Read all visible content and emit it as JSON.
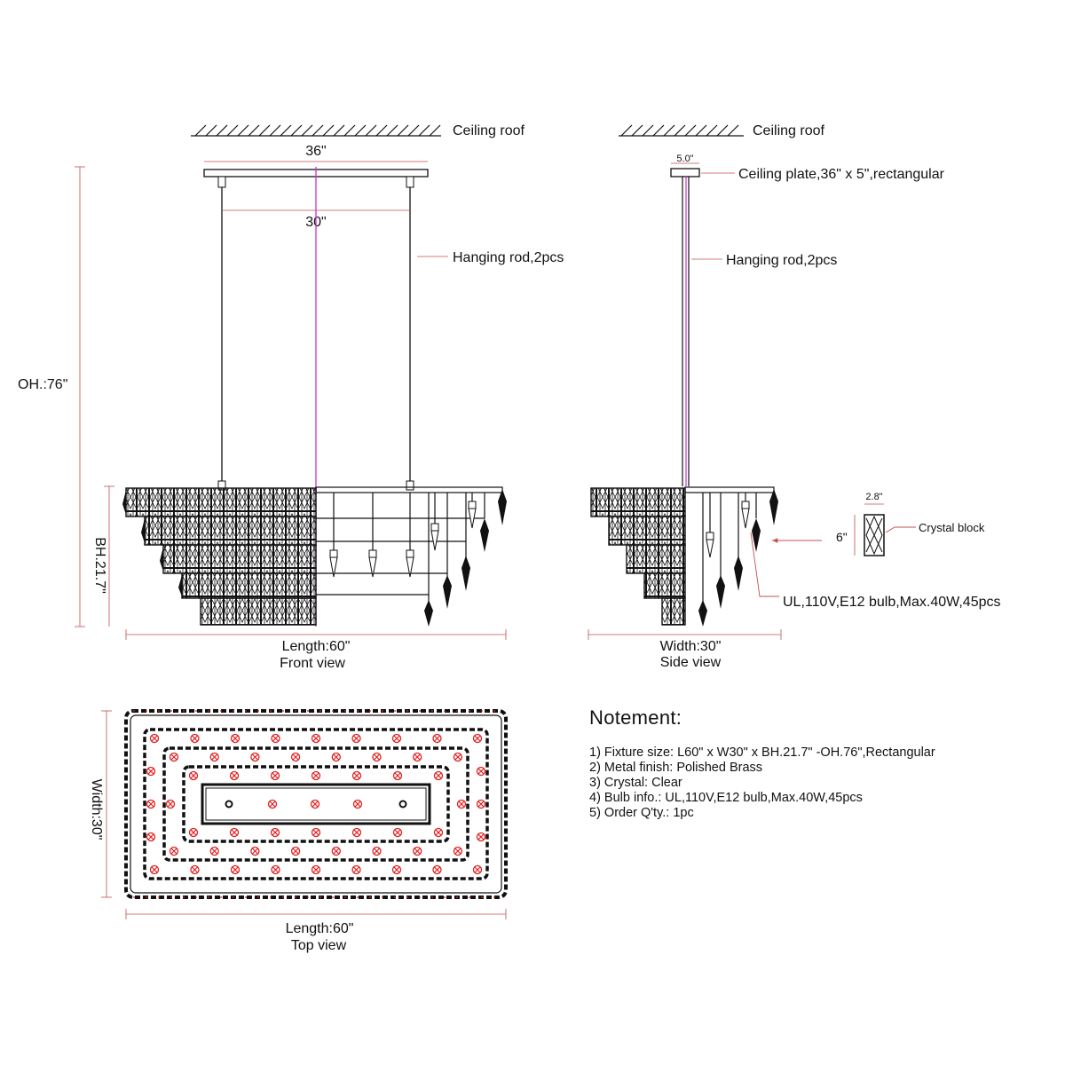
{
  "front": {
    "ceiling_label": "Ceiling roof",
    "plate_dim": "36\"",
    "rod_spacing_dim": "30\"",
    "rod_label": "Hanging rod,2pcs",
    "overall_height": "OH.:76\"",
    "body_height": "BH.21.7\"",
    "length_dim": "Length:60\"",
    "view_name": "Front view"
  },
  "side": {
    "ceiling_label": "Ceiling roof",
    "plate_dim": "5.0\"",
    "plate_label": "Ceiling plate,36\" x 5\",rectangular",
    "rod_label": "Hanging rod,2pcs",
    "bulb_label": "UL,110V,E12 bulb,Max.40W,45pcs",
    "width_dim": "Width:30\"",
    "view_name": "Side view"
  },
  "crystal": {
    "width_dim": "2.8\"",
    "height_dim": "6\"",
    "label": "Crystal block"
  },
  "top": {
    "width_dim": "Width:30\"",
    "length_dim": "Length:60\"",
    "view_name": "Top view"
  },
  "notes": {
    "title": "Notement:",
    "items": [
      "1) Fixture size: L60\" x W30\" x BH.21.7\" -OH.76\",Rectangular",
      "2) Metal finish: Polished Brass",
      "3) Crystal: Clear",
      "4) Bulb info.: UL,110V,E12 bulb,Max.40W,45pcs",
      "5) Order Q'ty.: 1pc"
    ]
  },
  "colors": {
    "line": "#111111",
    "dimension": "#c0504d",
    "center_line": "#cc33cc",
    "bulb_marker": "#e02020"
  }
}
